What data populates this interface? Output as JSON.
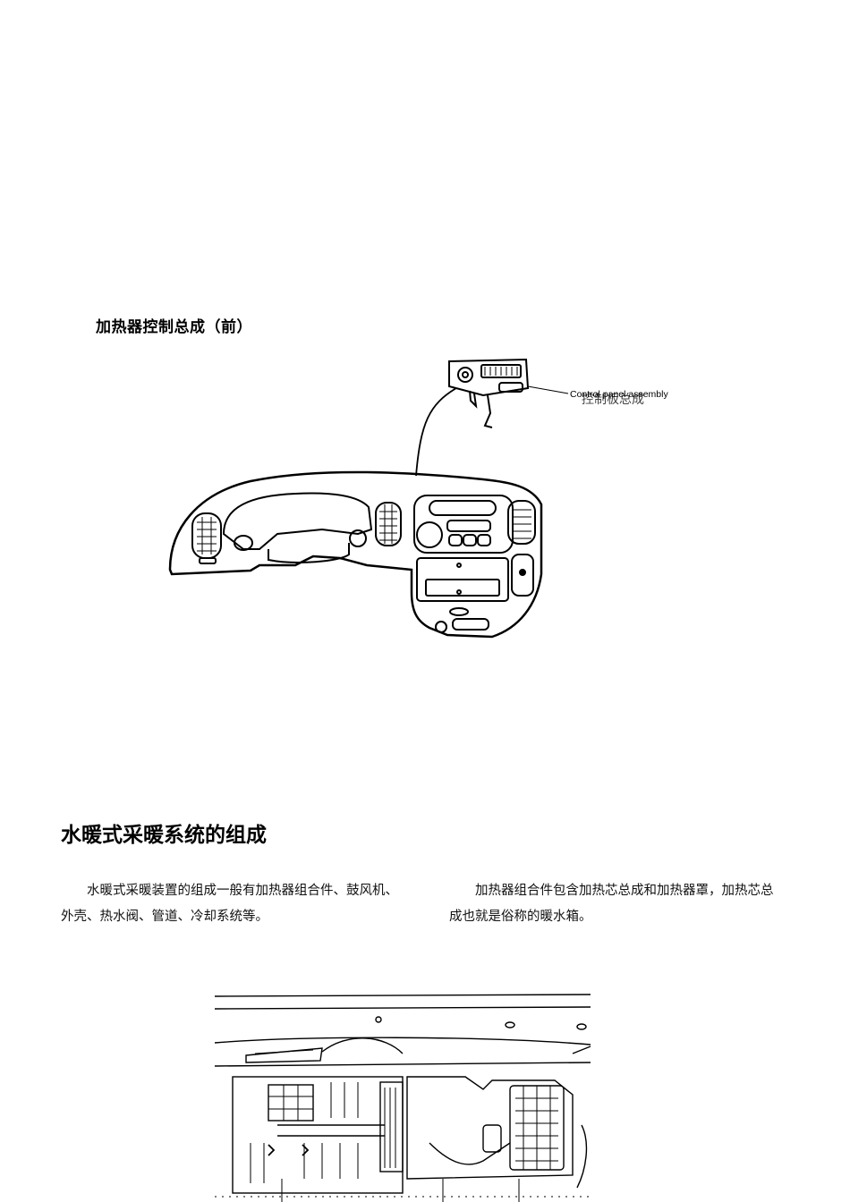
{
  "figure1": {
    "caption": "加热器控制总成（前）",
    "callout_en": "Control panel assembly",
    "callout_zh": "控制板总成"
  },
  "section": {
    "title": "水暖式采暖系统的组成",
    "para_left": "水暖式采暖装置的组成一般有加热器组合件、鼓风机、外壳、热水阀、管道、冷却系统等。",
    "para_right": "加热器组合件包含加热芯总成和加热器罩，加热芯总成也就是俗称的暖水箱。"
  }
}
